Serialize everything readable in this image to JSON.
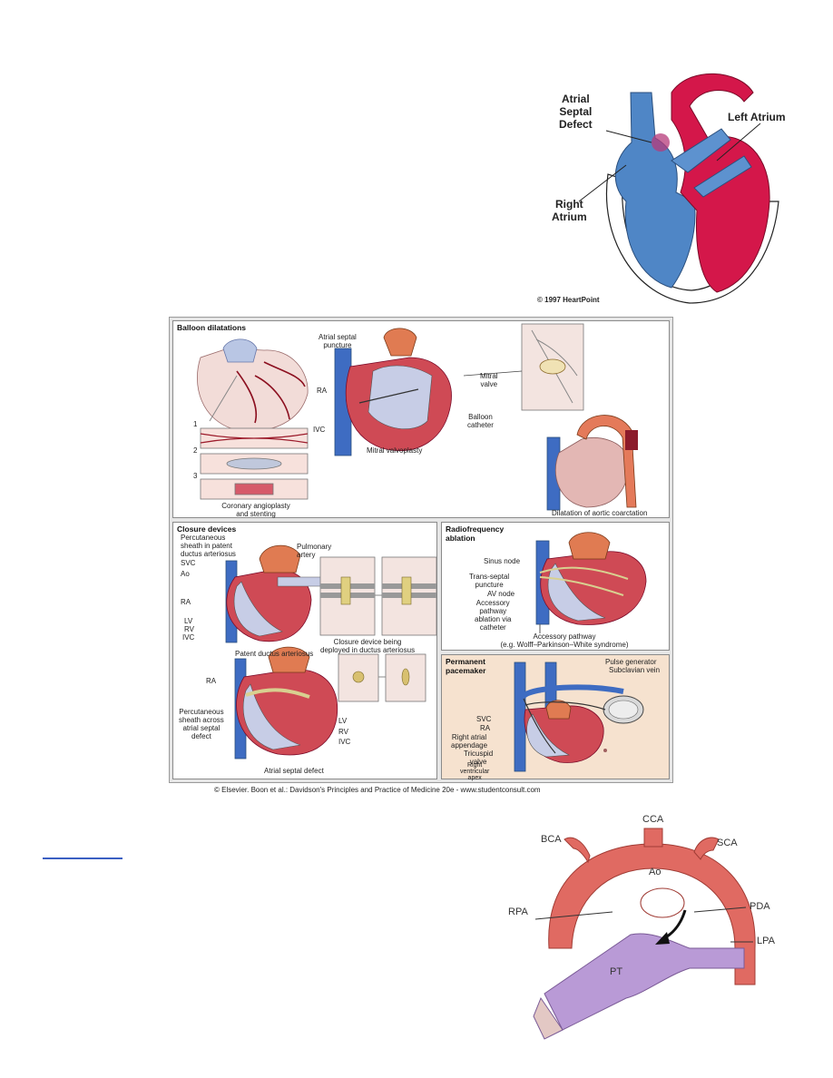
{
  "asd_figure": {
    "labels": {
      "atrial_septal_defect": [
        "Atrial",
        "Septal",
        "Defect"
      ],
      "left_atrium": "Left Atrium",
      "right_atrium": [
        "Right",
        "Atrium"
      ],
      "copyright": "© 1997 HeartPoint"
    },
    "colors": {
      "right_heart": "#4f86c6",
      "left_heart": "#d4174a"
    }
  },
  "davidson_figure": {
    "balloon": {
      "heading": "Balloon dilatations",
      "labels": {
        "atrial_septal_puncture": [
          "Atrial septal",
          "puncture"
        ],
        "ra": "RA",
        "ivc": "IVC",
        "mitral_valve": [
          "Mitral",
          "valve"
        ],
        "balloon_catheter": [
          "Balloon",
          "catheter"
        ],
        "step1": "1",
        "step2": "2",
        "step3": "3",
        "coronary_caption": [
          "Coronary angioplasty",
          "and stenting"
        ],
        "mitral_caption": "Mitral valvoplasty",
        "coarctation_caption": "Dilatation of aortic coarctation"
      }
    },
    "closure": {
      "heading": "Closure devices",
      "labels": {
        "percutaneous_sheath_pda": [
          "Percutaneous",
          "sheath in patent",
          "ductus arteriosus"
        ],
        "pulmonary_artery": [
          "Pulmonary",
          "artery"
        ],
        "svc": "SVC",
        "ao": "Ao",
        "ra": "RA",
        "lv": "LV",
        "rv": "RV",
        "ivc": "IVC",
        "pda_caption": "Patent ductus arteriosus",
        "closure_caption": [
          "Closure device being",
          "deployed in ductus arteriosus"
        ],
        "ra2": "RA",
        "percutaneous_sheath_asd": [
          "Percutaneous",
          "sheath across",
          "atrial septal",
          "defect"
        ],
        "lv2": "LV",
        "rv2": "RV",
        "ivc2": "IVC",
        "asd_caption": "Atrial septal defect"
      }
    },
    "rf": {
      "heading": [
        "Radiofrequency",
        "ablation"
      ],
      "labels": {
        "sinus_node": "Sinus node",
        "trans_septal": [
          "Trans-septal",
          "puncture"
        ],
        "av_node": "AV node",
        "accessory_ablation": [
          "Accessory",
          "pathway",
          "ablation via",
          "catheter"
        ],
        "accessory_caption": [
          "Accessory pathway",
          "(e.g. Wolff–Parkinson–White syndrome)"
        ]
      }
    },
    "pacemaker": {
      "heading": [
        "Permanent",
        "pacemaker"
      ],
      "labels": {
        "pulse_generator": "Pulse generator",
        "subclavian_vein": "Subclavian vein",
        "svc": "SVC",
        "ra": "RA",
        "right_atrial_appendage": [
          "Right atrial",
          "appendage"
        ],
        "tricuspid_valve": [
          "Tricuspid",
          "valve"
        ],
        "rv_apex": [
          "Right",
          "ventricular",
          "apex"
        ]
      }
    },
    "credit": "© Elsevier. Boon et al.: Davidson's Principles and Practice of Medicine 20e - www.studentconsult.com"
  },
  "pda_figure": {
    "labels": {
      "cca": "CCA",
      "bca": "BCA",
      "sca": "SCA",
      "ao": "Ao",
      "rpa": "RPA",
      "pda": "PDA",
      "lpa": "LPA",
      "pt": "PT"
    }
  }
}
